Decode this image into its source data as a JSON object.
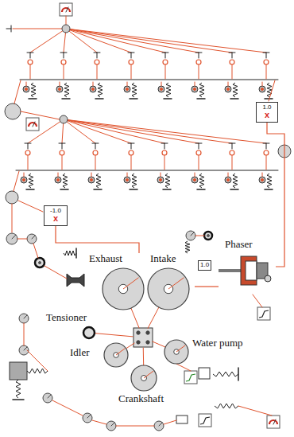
{
  "diagram": {
    "nodes": [
      {
        "text": [
          "Exhaust"
        ]
      },
      {
        "text": [
          "Intake"
        ]
      },
      {
        "text": [
          "Tensioner"
        ]
      },
      {
        "text": [
          "Phaser"
        ]
      },
      {
        "text": [
          "Idler"
        ]
      },
      {
        "text": [
          "Water pump"
        ]
      },
      {
        "text": [
          "Crankshaft"
        ]
      },
      {
        "text": [
          "1.0",
          "x"
        ]
      },
      {
        "text": [
          "-1.0",
          "x"
        ]
      }
    ],
    "edges": [
      {
        "from": 7,
        "to": 3,
        "arrow": "none"
      },
      {
        "from": 3,
        "to": 1,
        "arrow": "none"
      },
      {
        "from": 8,
        "to": 0,
        "arrow": "none"
      }
    ],
    "labels": [
      "1.0"
    ]
  }
}
